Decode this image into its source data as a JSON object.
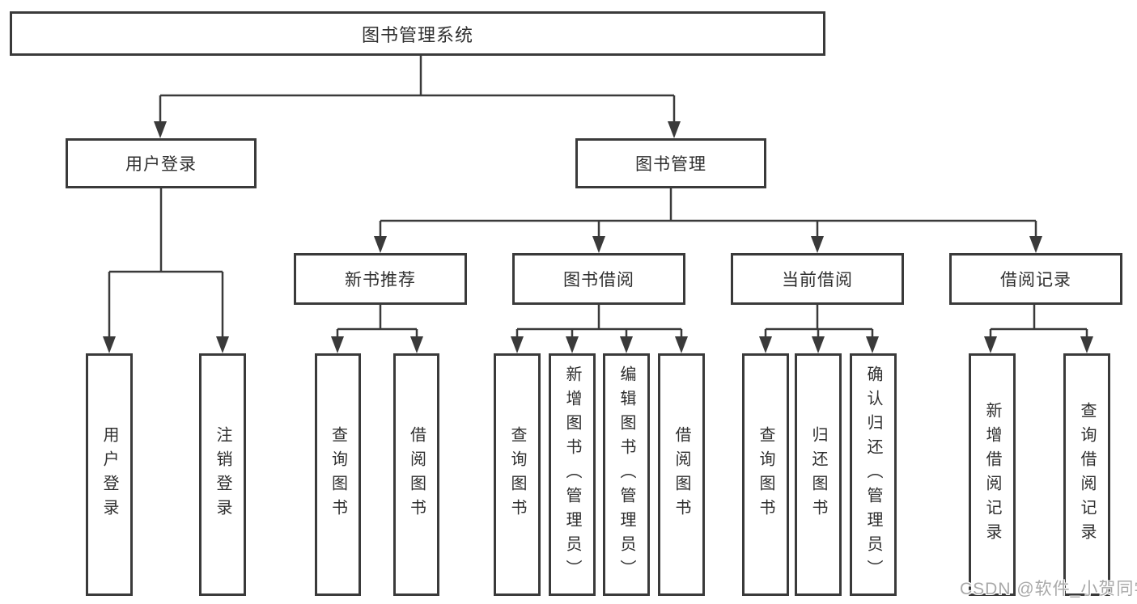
{
  "tree": {
    "label": "图书管理系统",
    "children": [
      {
        "label": "用户登录",
        "children": [
          {
            "label": "用户登录"
          },
          {
            "label": "注销登录"
          }
        ]
      },
      {
        "label": "图书管理",
        "children": [
          {
            "label": "新书推荐",
            "children": [
              {
                "label": "查询图书"
              },
              {
                "label": "借阅图书"
              }
            ]
          },
          {
            "label": "图书借阅",
            "children": [
              {
                "label": "查询图书"
              },
              {
                "label": "新增图书（管理员）"
              },
              {
                "label": "编辑图书（管理员）"
              },
              {
                "label": "借阅图书"
              }
            ]
          },
          {
            "label": "当前借阅",
            "children": [
              {
                "label": "查询图书"
              },
              {
                "label": "归还图书"
              },
              {
                "label": "确认归还（管理员）"
              }
            ]
          },
          {
            "label": "借阅记录",
            "children": [
              {
                "label": "新增借阅记录"
              },
              {
                "label": "查询借阅记录"
              }
            ]
          }
        ]
      }
    ]
  },
  "watermark": {
    "text": "CSDN @软件_小贺同学"
  },
  "theme": {
    "line_color": "#3a3a3a",
    "text_color": "#2f2f2f",
    "background": "#ffffff",
    "watermark_color": "#a9a9a9"
  }
}
